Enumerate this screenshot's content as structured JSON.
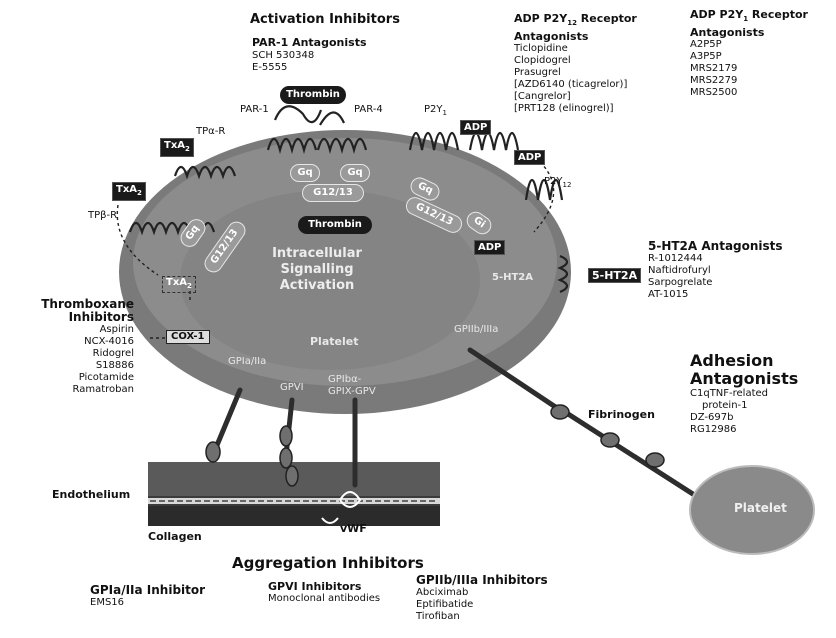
{
  "activation": {
    "title": "Activation Inhibitors",
    "par1": {
      "title": "PAR-1 Antagonists",
      "items": [
        "SCH 530348",
        "E-5555"
      ]
    }
  },
  "p2y12": {
    "title_line1": "ADP P2Y",
    "title_sub": "12",
    "title_line1_tail": " Receptor",
    "title_line2": "Antagonists",
    "items": [
      "Ticlopidine",
      "Clopidogrel",
      "Prasugrel",
      "[AZD6140 (ticagrelor)]",
      "[Cangrelor]",
      "[PRT128 (elinogrel)]"
    ]
  },
  "p2y1": {
    "title_line1": "ADP P2Y",
    "title_sub": "1",
    "title_line1_tail": " Receptor",
    "title_line2": "Antagonists",
    "items": [
      "A2P5P",
      "A3P5P",
      "MRS2179",
      "MRS2279",
      "MRS2500"
    ]
  },
  "ht2a": {
    "title": "5-HT2A Antagonists",
    "items": [
      "R-1012444",
      "Naftidrofuryl",
      "Sarpogrelate",
      "AT-1015"
    ]
  },
  "thromboxane": {
    "title_line1": "Thromboxane",
    "title_line2": "Inhibitors",
    "items": [
      "Aspirin",
      "NCX-4016",
      "Ridogrel",
      "S18886",
      "Picotamide",
      "Ramatroban"
    ]
  },
  "adhesion": {
    "title_line1": "Adhesion",
    "title_line2": "Antagonists",
    "items": [
      "C1qTNF-related",
      "protein-1",
      "DZ-697b",
      "RG12986"
    ]
  },
  "aggregation": {
    "title": "Aggregation Inhibitors",
    "gpia": {
      "title": "GPIa/IIa Inhibitor",
      "items": [
        "EMS16"
      ]
    },
    "gpvi": {
      "title": "GPVI Inhibitors",
      "items": [
        "Monoclonal antibodies"
      ]
    },
    "gpiib": {
      "title": "GPIIb/IIIa Inhibitors",
      "items": [
        "Abciximab",
        "Eptifibatide",
        "Tirofiban"
      ]
    }
  },
  "diagram": {
    "center_line1": "Intracellular",
    "center_line2": "Signalling",
    "center_line3": "Activation",
    "platelet": "Platelet",
    "platelet2": "Platelet",
    "thrombin_top": "Thrombin",
    "thrombin_inner": "Thrombin",
    "par1": "PAR-1",
    "par4": "PAR-4",
    "p2y1_label": "P2Y",
    "p2y1_sub": "1",
    "p2y12_label": "P2Y",
    "p2y12_sub": "12",
    "adp1": "ADP",
    "adp2": "ADP",
    "adp3": "ADP",
    "txa2_a": "TxA",
    "txa2_b": "TxA",
    "txa2_c": "TxA",
    "txa2_sub": "2",
    "tpa": "TPα-R",
    "tpb": "TPβ-R",
    "cox1": "COX-1",
    "ht2a_box": "5-HT2A",
    "ht2a_inner": "5-HT2A",
    "gq1": "Gq",
    "gq2": "Gq",
    "gq3": "Gq",
    "gq4": "Gq",
    "g1213_a": "G12/13",
    "g1213_b": "G12/13",
    "g1213_c": "G12/13",
    "gi": "Gi",
    "gpiia": "GPIa/IIa",
    "gpvi": "GPVI",
    "gpib_line1": "GPIbα-",
    "gpib_line2": "GPIX-GPV",
    "gpiib": "GPIIb/IIIa",
    "fibrinogen": "Fibrinogen",
    "endothelium": "Endothelium",
    "collagen": "Collagen",
    "vwf": "vWF"
  }
}
